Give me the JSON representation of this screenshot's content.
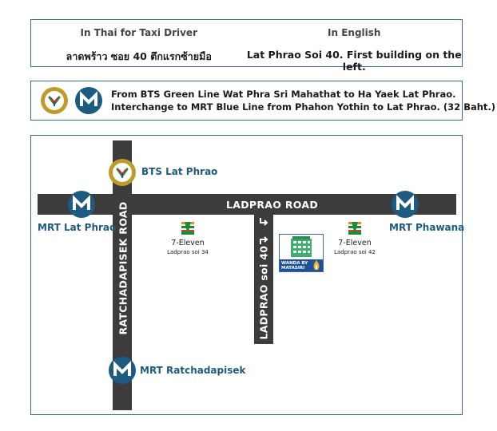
{
  "taxi": {
    "thai_heading": "In Thai for Taxi Driver",
    "english_heading": "In English",
    "thai_text": "ลาดพร้าว ซอย 40 ตึกแรกซ้ายมือ",
    "english_text": "Lat Phrao Soi 40. First building on the left."
  },
  "route": {
    "line1": "From BTS Green Line Wat Phra Sri Mahathat to Ha Yaek Lat Phrao.",
    "line2": "Interchange to MRT Blue Line from Phahon Yothin to Lat Phrao. (32 Baht.)"
  },
  "map": {
    "roads": {
      "ladprao_road": "LADPRAO ROAD",
      "ratchadapisek_road": "RATCHADAPISEK ROAD",
      "ladprao_soi_40": "LADPRAO soi 40"
    },
    "stations": {
      "bts_lat_phrao": "BTS Lat Phrao",
      "mrt_lat_phrao": "MRT Lat Phrao",
      "mrt_phawana": "MRT Phawana",
      "mrt_ratchadapisek": "MRT Ratchadapisek"
    },
    "stores": [
      {
        "name": "7-Eleven",
        "location": "Ladprao soi 34"
      },
      {
        "name": "7-Eleven",
        "location": "Ladprao soi 42"
      }
    ],
    "hotel": {
      "line1": "WANDA BY",
      "line2": "MATASIRI"
    }
  },
  "icons": {
    "bts": "bts-logo-icon",
    "mrt": "mrt-logo-icon",
    "seven_eleven": "seven-eleven-icon",
    "hotel": "hotel-building-icon",
    "turn": "turn-arrow-icon"
  },
  "colors": {
    "border_blue": "#3b6aa8",
    "road_gray": "#3c3c3c",
    "mrt_blue": "#1e5b80",
    "bts_gold": "#c09a2a",
    "seven_green": "#1a8c3a",
    "seven_red": "#e03a2a",
    "seven_orange": "#f28a1a"
  }
}
